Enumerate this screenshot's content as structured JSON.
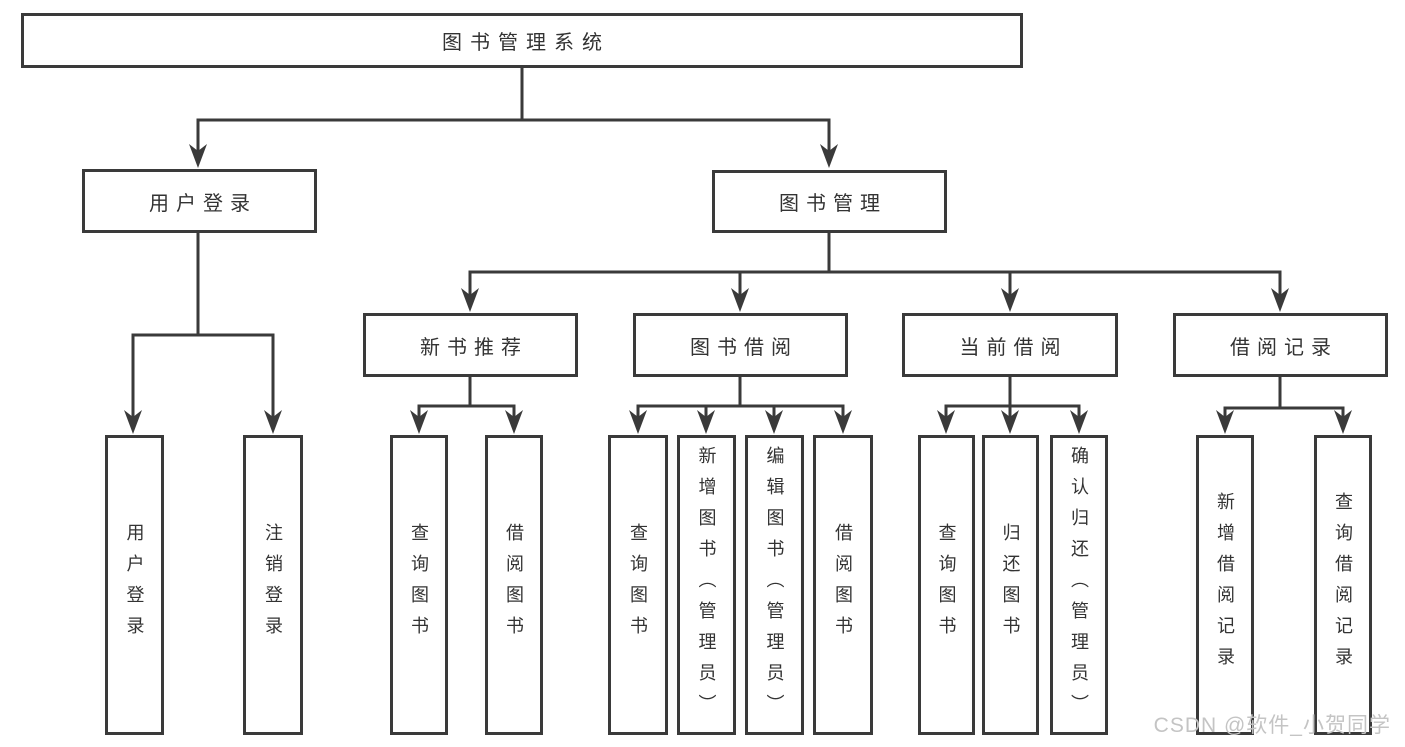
{
  "tree": {
    "label": "图书管理系统",
    "children": [
      {
        "label": "用户登录",
        "children": [
          {
            "label": "用户登录"
          },
          {
            "label": "注销登录"
          }
        ]
      },
      {
        "label": "图书管理",
        "children": [
          {
            "label": "新书推荐",
            "children": [
              {
                "label": "查询图书"
              },
              {
                "label": "借阅图书"
              }
            ]
          },
          {
            "label": "图书借阅",
            "children": [
              {
                "label": "查询图书"
              },
              {
                "label": "新增图书（管理员）"
              },
              {
                "label": "编辑图书（管理员）"
              },
              {
                "label": "借阅图书"
              }
            ]
          },
          {
            "label": "当前借阅",
            "children": [
              {
                "label": "查询图书"
              },
              {
                "label": "归还图书"
              },
              {
                "label": "确认归还（管理员）"
              }
            ]
          },
          {
            "label": "借阅记录",
            "children": [
              {
                "label": "新增借阅记录"
              },
              {
                "label": "查询借阅记录"
              }
            ]
          }
        ]
      }
    ]
  },
  "watermark": {
    "text": "CSDN @软件_小贺同学"
  },
  "colors": {
    "line": "#3a3a3a",
    "text": "#333333",
    "background": "#ffffff",
    "watermark": "#c4c4c4"
  }
}
